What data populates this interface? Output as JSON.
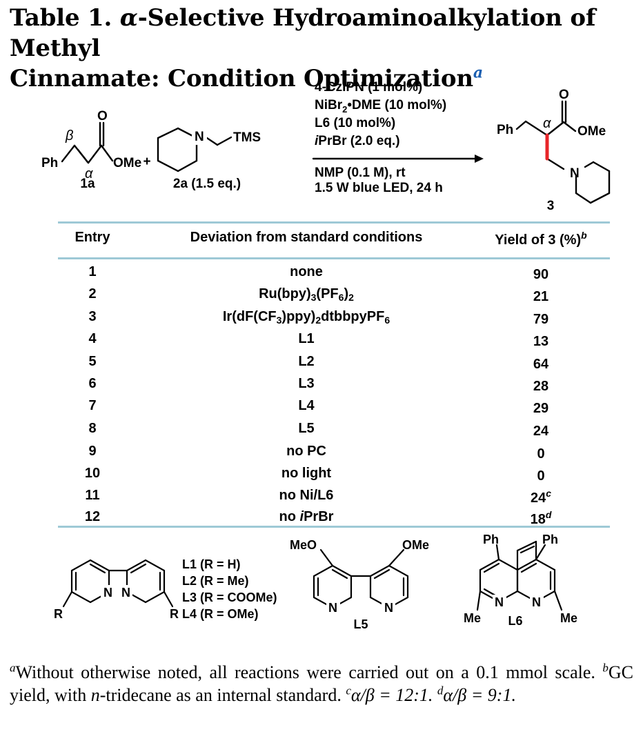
{
  "title": {
    "line1_prefix": "Table 1. ",
    "alpha": "α",
    "line1_rest": "-Selective Hydroaminoalkylation of Methyl",
    "line2": "Cinnamate: Condition Optimization",
    "footnote_mark": "a"
  },
  "scheme": {
    "reactant1_label": "1a",
    "reactant1_ph": "Ph",
    "reactant1_ome": "OMe",
    "reactant1_o": "O",
    "beta": "β",
    "alpha": "α",
    "plus1": "+",
    "plus2": "+",
    "reactant2_n": "N",
    "reactant2_tms": "TMS",
    "reactant2_label": "2a (1.5 eq.)",
    "cond_line1": "4-CzIPN (1 mol%)",
    "cond_line2_a": "NiBr",
    "cond_line2_sub": "2",
    "cond_line2_b": "•DME (10 mol%)",
    "cond_line3": "L6 (10 mol%)",
    "cond_line4_i": "i",
    "cond_line4_rest": "PrBr (2.0 eq.)",
    "cond_line5": "NMP (0.1 M), rt",
    "cond_line6": "1.5 W blue LED, 24 h",
    "product_ph": "Ph",
    "product_o": "O",
    "product_ome": "OMe",
    "product_alpha": "α",
    "product_n": "N",
    "product_label": "3"
  },
  "table": {
    "headers": {
      "entry": "Entry",
      "deviation": "Deviation from standard conditions",
      "yield_text": "Yield of 3 (%)",
      "yield_mark": "b"
    },
    "rows": [
      {
        "entry": "1",
        "yield": "90",
        "mark": ""
      },
      {
        "entry": "2",
        "yield": "21",
        "mark": ""
      },
      {
        "entry": "3",
        "yield": "79",
        "mark": ""
      },
      {
        "entry": "4",
        "deviation": "L1",
        "yield": "13",
        "mark": ""
      },
      {
        "entry": "5",
        "deviation": "L2",
        "yield": "64",
        "mark": ""
      },
      {
        "entry": "6",
        "deviation": "L3",
        "yield": "28",
        "mark": ""
      },
      {
        "entry": "7",
        "deviation": "L4",
        "yield": "29",
        "mark": ""
      },
      {
        "entry": "8",
        "deviation": "L5",
        "yield": "24",
        "mark": ""
      },
      {
        "entry": "9",
        "deviation": "no PC",
        "yield": "0",
        "mark": ""
      },
      {
        "entry": "10",
        "deviation": "no light",
        "yield": "0",
        "mark": ""
      },
      {
        "entry": "11",
        "deviation": "no Ni/L6",
        "yield": "24",
        "mark": "c"
      },
      {
        "entry": "12",
        "yield": "18",
        "mark": "d"
      }
    ],
    "row1_dev": "none",
    "row2_dev_a": "Ru(bpy)",
    "row2_sub1": "3",
    "row2_dev_b": "(PF",
    "row2_sub2": "6",
    "row2_dev_c": ")",
    "row2_sub3": "2",
    "row3_dev_a": "Ir(dF(CF",
    "row3_sub1": "3",
    "row3_dev_b": ")ppy)",
    "row3_sub2": "2",
    "row3_dev_c": "dtbbpyPF",
    "row3_sub3": "6",
    "row12_dev_a": "no ",
    "row12_dev_i": "i",
    "row12_dev_b": "PrBr"
  },
  "ligands": {
    "bpy_r_left": "R",
    "bpy_r_right": "R",
    "bpy_n1": "N",
    "bpy_n2": "N",
    "l1": "L1 (R = H)",
    "l2": "L2 (R = Me)",
    "l3": "L3 (R = COOMe)",
    "l4": "L4 (R = OMe)",
    "l5_meo": "MeO",
    "l5_ome": "OMe",
    "l5_n1": "N",
    "l5_n2": "N",
    "l5_label": "L5",
    "l6_ph1": "Ph",
    "l6_ph2": "Ph",
    "l6_n1": "N",
    "l6_n2": "N",
    "l6_me1": "Me",
    "l6_me2": "Me",
    "l6_label": "L6"
  },
  "footnotes": {
    "a_mark": "a",
    "a_text": "Without otherwise noted, all reactions were carried out on a 0.1 mmol scale. ",
    "b_mark": "b",
    "b_text": "GC yield, with ",
    "b_italic": "n",
    "b_text2": "-tridecane as an internal standard. ",
    "c_mark": "c",
    "c_text": "α/β = 12:1. ",
    "d_mark": "d",
    "d_text": "α/β = 9:1."
  },
  "colors": {
    "rule": "#9ec9d6",
    "new_bond": "#e8262a",
    "footnote_mark": "#1b5fb1"
  }
}
